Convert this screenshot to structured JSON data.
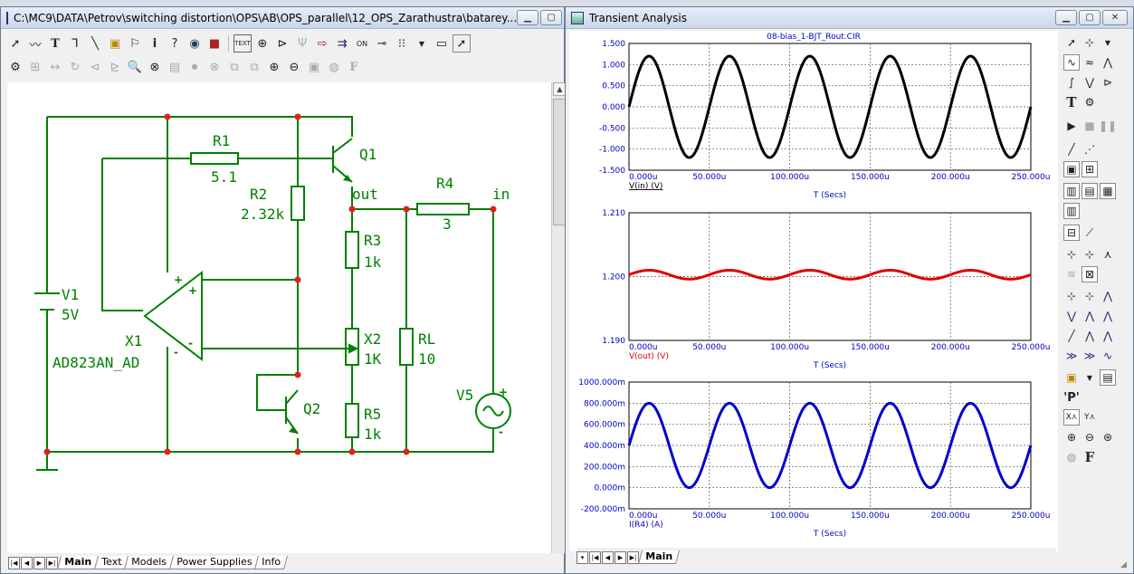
{
  "colors": {
    "wire": "#008000",
    "node": "#e02020",
    "label": "#008000",
    "blue_text": "#0000c8",
    "trace1": "#000000",
    "trace2": "#e00000",
    "trace3": "#0000d0"
  },
  "schematic_window": {
    "title": "C:\\MC9\\DATA\\Petrov\\switching distortion\\OPS\\AB\\OPS_parallel\\12_OPS_Zarathustra\\batarey...",
    "toolbar1_icons": [
      "pointer-icon",
      "wire-icon",
      "text-icon",
      "ortho-wire-icon",
      "line-icon",
      "component-icon",
      "flag-icon",
      "info-icon",
      "help-icon",
      "scope-icon",
      "power-icon",
      "text-mode-icon",
      "node-numbers-icon",
      "pin-icon",
      "grid-icon",
      "bus-icon",
      "cursor-icon"
    ],
    "toolbar2_icons": [
      "properties-icon",
      "select-icon",
      "rotate-icon",
      "mirror-icon",
      "zoom-in-icon",
      "zoom-out-icon",
      "find-icon",
      "stop-icon",
      "cancel-icon",
      "copy-icon",
      "paste-icon",
      "font-icon"
    ],
    "tabs": [
      "Main",
      "Text",
      "Models",
      "Power Supplies",
      "Info"
    ],
    "active_tab": "Main",
    "components": {
      "r1_name": "R1",
      "r1_value": "5.1",
      "r2_name": "R2",
      "r2_value": "2.32k",
      "q1_name": "Q1",
      "out_label": "out",
      "r4_name": "R4",
      "r4_value": "3",
      "in_label": "in",
      "r3_name": "R3",
      "r3_value": "1k",
      "v1_name": "V1",
      "v1_value": "5V",
      "x1_name": "X1",
      "x1_value": "AD823AN_AD",
      "x2_name": "X2",
      "x2_value": "1K",
      "rl_name": "RL",
      "rl_value": "10",
      "v5_name": "V5",
      "q2_name": "Q2",
      "r5_name": "R5",
      "r5_value": "1k",
      "opamp_plus": "+",
      "opamp_minus": "-",
      "supply_plus": "+",
      "supply_minus": "-",
      "v5_plus": "+",
      "v5_minus": "-"
    }
  },
  "analysis_window": {
    "title": "Transient Analysis",
    "circuit_name": "08-bias_1-BJT_Rout.CIR",
    "tabs": [
      "Main"
    ],
    "x_ticks": [
      "0.000u",
      "50.000u",
      "100.000u",
      "150.000u",
      "200.000u",
      "250.000u"
    ],
    "x_label": "T (Secs)"
  },
  "chart_data": [
    {
      "type": "line",
      "series": [
        {
          "name": "V(in) (V)",
          "amplitude": 1.2,
          "offset": 0.0,
          "period_us": 50,
          "phase": "sin"
        }
      ],
      "x_range": [
        0,
        250
      ],
      "ylim": [
        -1.5,
        1.5
      ],
      "y_ticks": [
        "1.500",
        "1.000",
        "0.500",
        "0.000",
        "-0.500",
        "-1.000",
        "-1.500"
      ],
      "x_ticks": [
        "0.000u",
        "50.000u",
        "100.000u",
        "150.000u",
        "200.000u",
        "250.000u"
      ],
      "xlabel": "T (Secs)",
      "series_label": "V(in) (V)",
      "grid": true
    },
    {
      "type": "line",
      "series": [
        {
          "name": "V(out) (V)",
          "amplitude": 0.0007,
          "offset": 1.2003,
          "period_us": 50,
          "phase": "sin"
        }
      ],
      "x_range": [
        0,
        250
      ],
      "ylim": [
        1.19,
        1.21
      ],
      "y_ticks": [
        "1.210",
        "1.200",
        "1.190"
      ],
      "x_ticks": [
        "0.000u",
        "50.000u",
        "100.000u",
        "150.000u",
        "200.000u",
        "250.000u"
      ],
      "xlabel": "T (Secs)",
      "series_label": "V(out) (V)",
      "grid": true
    },
    {
      "type": "line",
      "series": [
        {
          "name": "I(R4) (A)",
          "amplitude": 400,
          "offset": 400,
          "period_us": 50,
          "phase": "sin",
          "units": "m"
        }
      ],
      "x_range": [
        0,
        250
      ],
      "ylim": [
        -200,
        1000
      ],
      "y_ticks": [
        "1000.000m",
        "800.000m",
        "600.000m",
        "400.000m",
        "200.000m",
        "0.000m",
        "-200.000m"
      ],
      "x_ticks": [
        "0.000u",
        "50.000u",
        "100.000u",
        "150.000u",
        "200.000u",
        "250.000u"
      ],
      "xlabel": "T (Secs)",
      "series_label": "I(R4) (A)",
      "grid": true
    }
  ]
}
